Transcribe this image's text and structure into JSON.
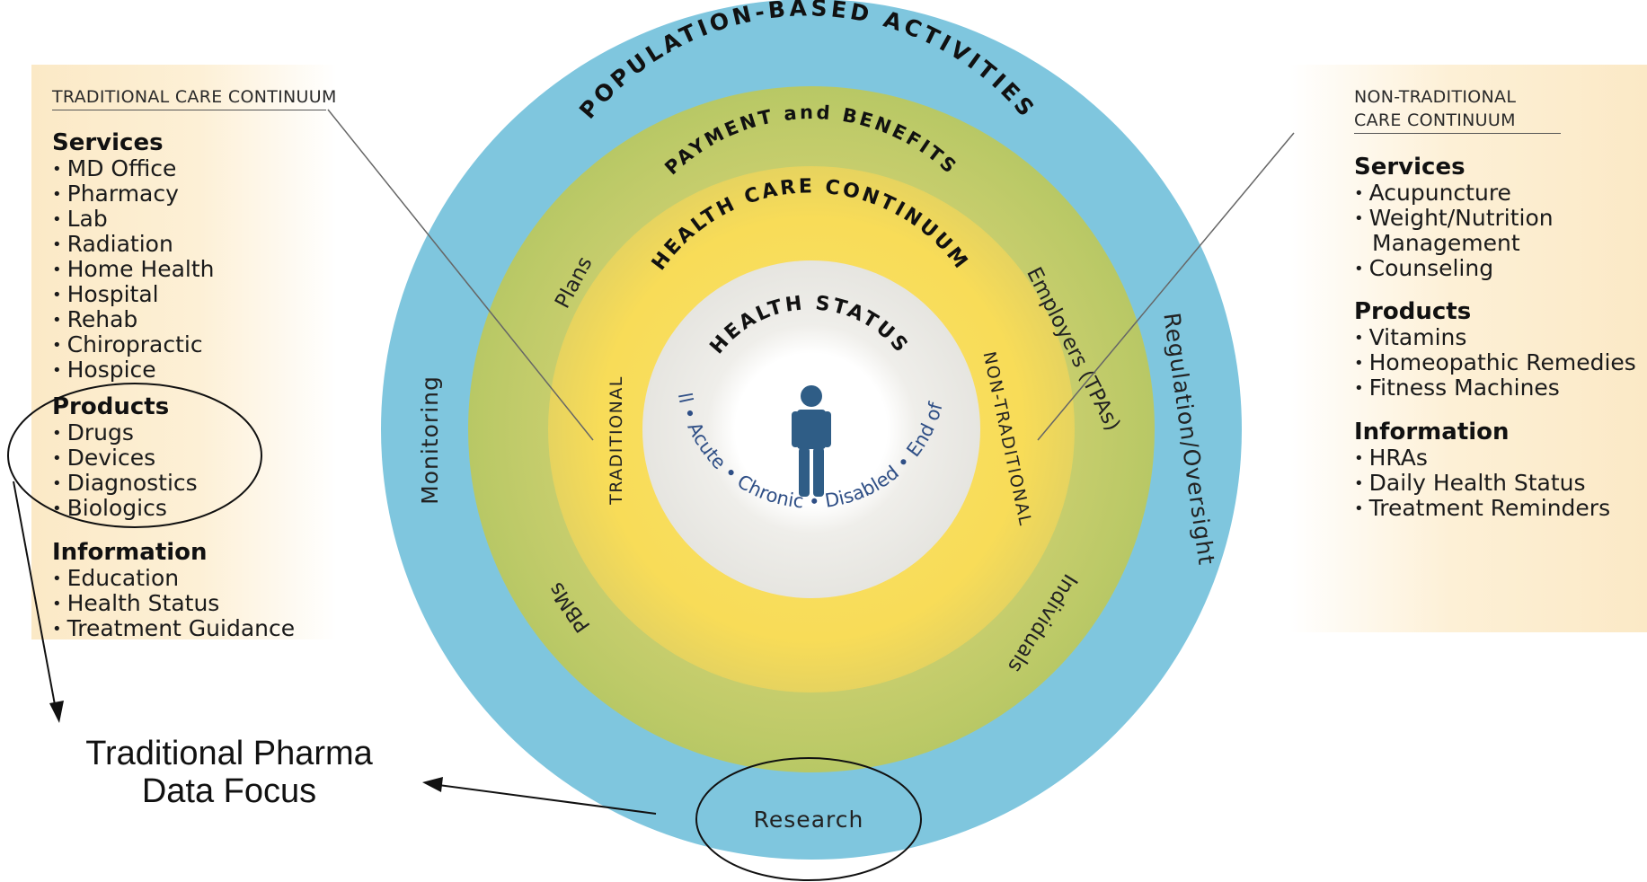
{
  "left_panel": {
    "title": "TRADITIONAL CARE CONTINUUM",
    "sections": [
      {
        "heading": "Services",
        "items": [
          "MD Office",
          "Pharmacy",
          "Lab",
          "Radiation",
          "Home Health",
          "Hospital",
          "Rehab",
          "Chiropractic",
          "Hospice"
        ]
      },
      {
        "heading": "Products",
        "items": [
          "Drugs",
          "Devices",
          "Diagnostics",
          "Biologics"
        ]
      },
      {
        "heading": "Information",
        "items": [
          "Education",
          "Health Status",
          "Treatment Guidance"
        ]
      }
    ]
  },
  "right_panel": {
    "title_line1": "NON-TRADITIONAL",
    "title_line2": "CARE CONTINUUM",
    "sections": [
      {
        "heading": "Services",
        "items": [
          "Acupuncture",
          "Weight/Nutrition",
          "Counseling"
        ],
        "continuation": "Management"
      },
      {
        "heading": "Products",
        "items": [
          "Vitamins",
          "Homeopathic Remedies",
          "Fitness Machines"
        ]
      },
      {
        "heading": "Information",
        "items": [
          "HRAs",
          "Daily Health Status",
          "Treatment Reminders"
        ]
      }
    ]
  },
  "rings": {
    "outer_title": "POPULATION-BASED ACTIVITIES",
    "payment_title": "PAYMENT and BENEFITS",
    "continuum_title": "HEALTH CARE CONTINUUM",
    "status_title": "HEALTH STATUS",
    "status_stages": "Well • Acute • Chronic • Disabled • End of Life",
    "traditional": "TRADITIONAL",
    "non_traditional": "NON-TRADITIONAL",
    "plans": "Plans",
    "employers": "Employers (TPAs)",
    "pbms": "PBMs",
    "individuals": "Individuals",
    "monitoring": "Monitoring",
    "regulation": "Regulation/Oversight",
    "research": "Research"
  },
  "colors": {
    "outer_ring": "#7fc6de",
    "payment_ring": "#c3cc6b",
    "continuum_ring": "#f8dc58",
    "status_ring": "#e9e8e4",
    "core": "#ffffff",
    "figure": "#2f5d86",
    "panel_bg": "#fbe9c6"
  },
  "annotation": {
    "line1": "Traditional Pharma",
    "line2": "Data Focus"
  }
}
